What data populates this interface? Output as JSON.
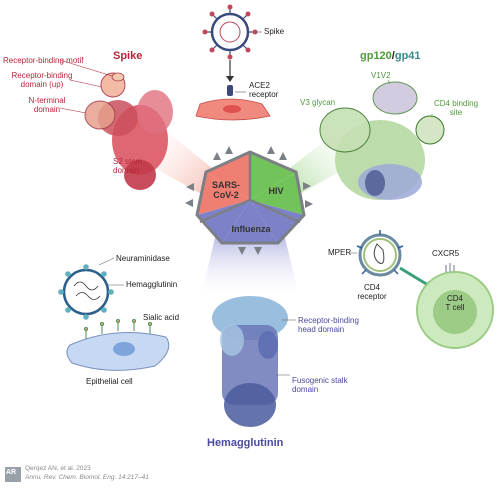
{
  "colors": {
    "sars": "#ef7f72",
    "hiv": "#72c35a",
    "flu": "#7d82c8",
    "hub": "#7b7f86",
    "spike_red": "#b5263a",
    "gp_green": "#4f9a3a",
    "ha_blue": "#4a4aa0"
  },
  "hub": {
    "sars": "SARS-\nCoV-2",
    "hiv": "HIV",
    "influenza": "Influenza"
  },
  "spike_panel": {
    "title": "Spike",
    "labels": [
      "Receptor-binding motif",
      "Receptor-binding\ndomain (up)",
      "N-terminal\ndomain",
      "S2 stem\ndomain"
    ]
  },
  "ace2_panel": {
    "spike": "Spike",
    "receptor": "ACE2\nreceptor"
  },
  "gp_panel": {
    "title_a": "gp120",
    "title_sep": "/",
    "title_b": "gp41",
    "labels": [
      "V1V2",
      "V3 glycan",
      "CD4 binding\nsite"
    ]
  },
  "cd4_panel": {
    "labels": [
      "MPER",
      "CXCR5",
      "CD4\nreceptor",
      "CD4\nT cell"
    ]
  },
  "flu_cell_panel": {
    "labels": [
      "Neuraminidase",
      "Hemagglutinin",
      "Sialic acid",
      "Epithelial cell"
    ]
  },
  "ha_panel": {
    "title": "Hemagglutinin",
    "labels": [
      "Receptor-binding\nhead domain",
      "Fusogenic stalk\ndomain"
    ]
  },
  "citation": {
    "logo": "AR",
    "line1": "Qerqez AN, et al. 2023",
    "line2": "Annu. Rev. Chem. Biomol. Eng. 14:217–41"
  },
  "icons": [
    "virus-icon",
    "cell-icon",
    "receptor-icon",
    "protein-structure-icon",
    "annual-reviews-logo"
  ]
}
